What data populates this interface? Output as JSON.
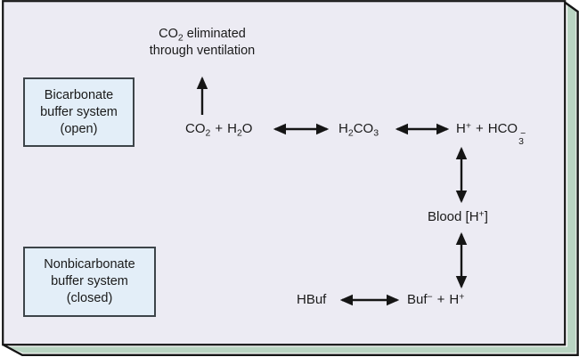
{
  "note": {
    "formula_main": "CO",
    "formula_sub": "2",
    "line1_rest": "eliminated",
    "line2": "through ventilation"
  },
  "boxes": {
    "bicarbonate": {
      "line1": "Bicarbonate",
      "line2": "buffer system",
      "line3": "(open)"
    },
    "nonbicarbonate": {
      "line1": "Nonbicarbonate",
      "line2": "buffer system",
      "line3": "(closed)"
    }
  },
  "reaction_top": {
    "co2_main": "CO",
    "co2_sub": "2",
    "plus1": "+",
    "h2o_h": "H",
    "h2o_sub": "2",
    "h2o_o": "O",
    "h2co3_h": "H",
    "h2co3_sub1": "2",
    "h2co3_co": "CO",
    "h2co3_sub2": "3",
    "hplus_main": "H",
    "hplus_sup": "+",
    "plus2": "+",
    "hco3_main": "HCO",
    "hco3_sup": "−",
    "hco3_sub": "3"
  },
  "blood_label": {
    "pre": "Blood [H",
    "sup": "+",
    "post": "]"
  },
  "reaction_bottom": {
    "hbuf": "HBuf",
    "buf_main": "Buf",
    "buf_sup": "−",
    "plus": "+",
    "hplus_main": "H",
    "hplus_sup": "+"
  },
  "colors": {
    "panel_fill": "#ecebf3",
    "back_panel": "#b9d4c2",
    "box_fill": "#e3eef8",
    "box_border": "#3d4449",
    "line": "#151515",
    "text": "#1a1a1a"
  }
}
